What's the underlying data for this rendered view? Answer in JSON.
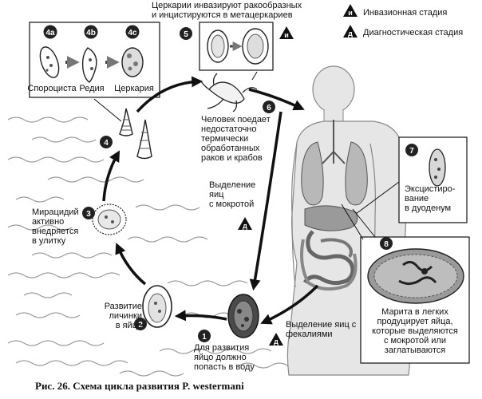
{
  "caption": "Рис. 26. Схема цикла развития P. westermani",
  "legend": {
    "invasive": {
      "symbol": "и",
      "label": "Инвазионная стадия"
    },
    "diagnostic": {
      "symbol": "д",
      "label": "Диагностическая стадия"
    }
  },
  "stages": {
    "s1": {
      "num": "1",
      "label": "Для развития\nяйцо должно\nпопасть в воду"
    },
    "s2": {
      "num": "2",
      "label": "Развитие\nличинки\nв яйце"
    },
    "s3": {
      "num": "3",
      "label": "Мирацидий\nактивно\nвнедряется\nв улитку"
    },
    "s4": {
      "num": "4"
    },
    "s4a": {
      "num": "4a",
      "label": "Спороциста"
    },
    "s4b": {
      "num": "4b",
      "label": "Редия"
    },
    "s4c": {
      "num": "4c",
      "label": "Церкария"
    },
    "s5": {
      "num": "5",
      "label": "Церкарии инвазируют ракообразных\nи инцистируются в метацеркариев"
    },
    "s6": {
      "num": "6",
      "label": "Человек поедает\nнедостаточно\nтермически\nобработанных\nраков и крабов"
    },
    "s7": {
      "num": "7",
      "label": "Эксцистиро-\nвание\nв дуоденум"
    },
    "s8": {
      "num": "8",
      "label": "Марита в легких\nпродуцирует яйца,\nкоторые выделяются\nс мокротой или\nзаглатываются"
    }
  },
  "labels": {
    "sputum": "Выделение\nяиц\nс мокротой",
    "feces": "Выделение яиц с\nфекалиями"
  },
  "colors": {
    "ink": "#111111",
    "gray": "#777777",
    "water": "#9a9a9a"
  }
}
